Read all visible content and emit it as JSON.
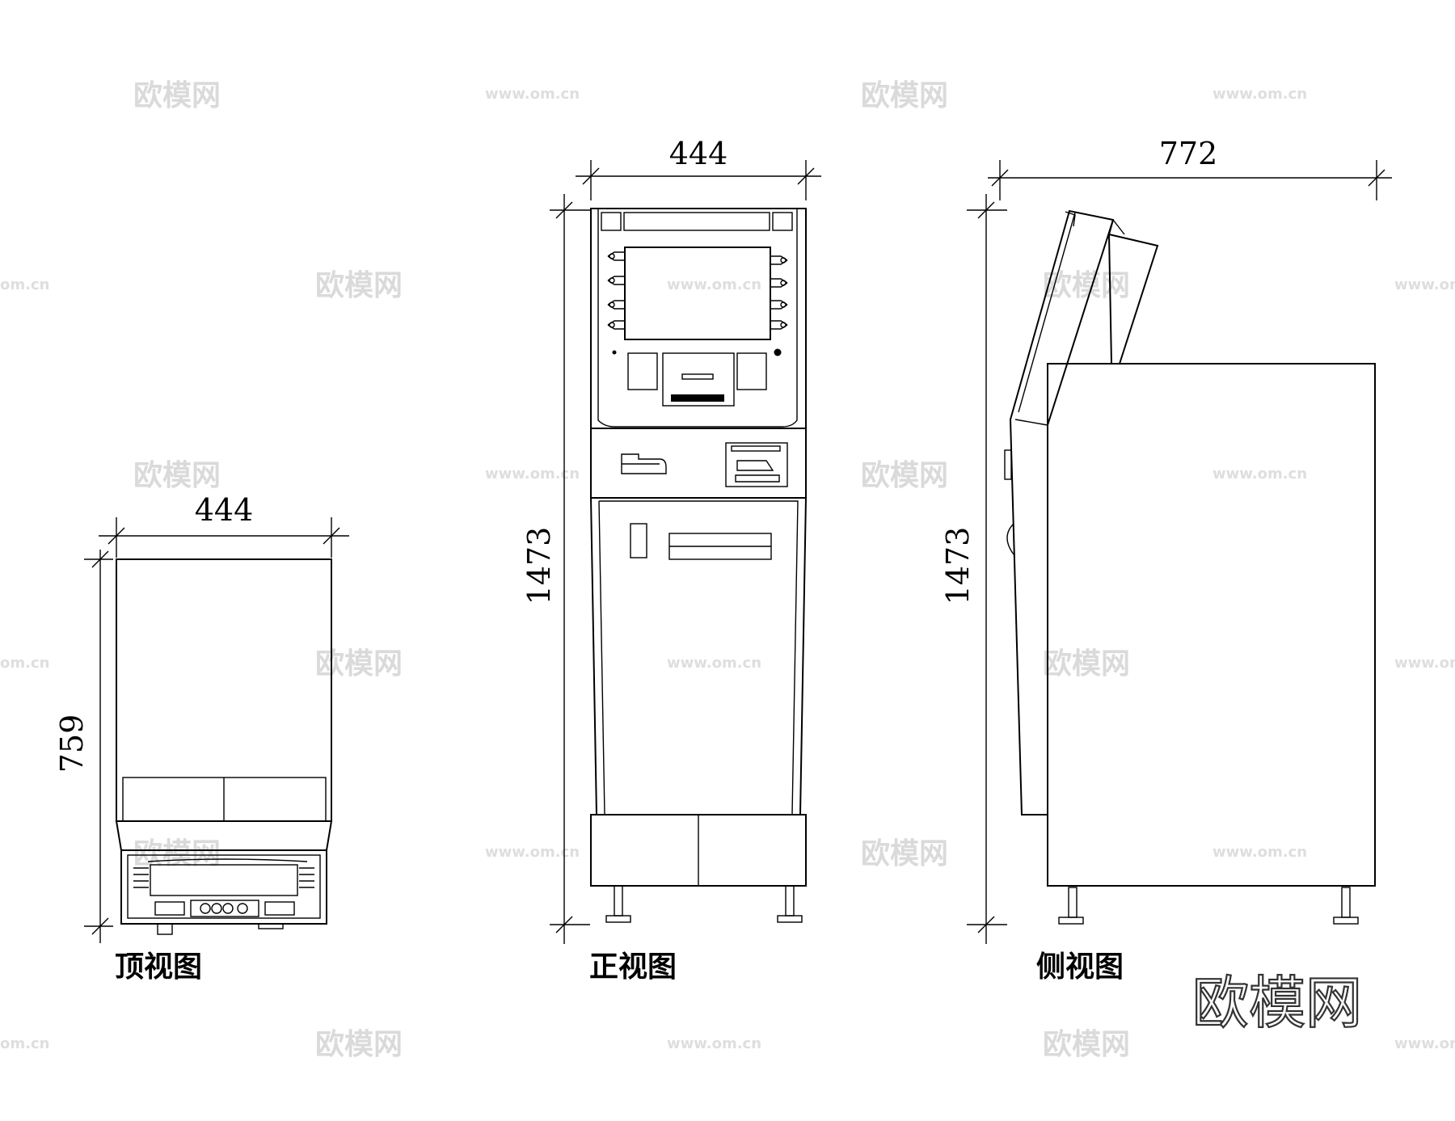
{
  "views": {
    "top": {
      "caption": "顶视图",
      "width_label": "444",
      "depth_label": "759"
    },
    "front": {
      "caption": "正视图",
      "width_label": "444",
      "height_label": "1473"
    },
    "side": {
      "caption": "侧视图",
      "depth_label": "772",
      "height_label": "1473"
    }
  },
  "watermark": {
    "brand": "欧模网",
    "url": "www.om.cn",
    "url_short": "om.cn"
  }
}
